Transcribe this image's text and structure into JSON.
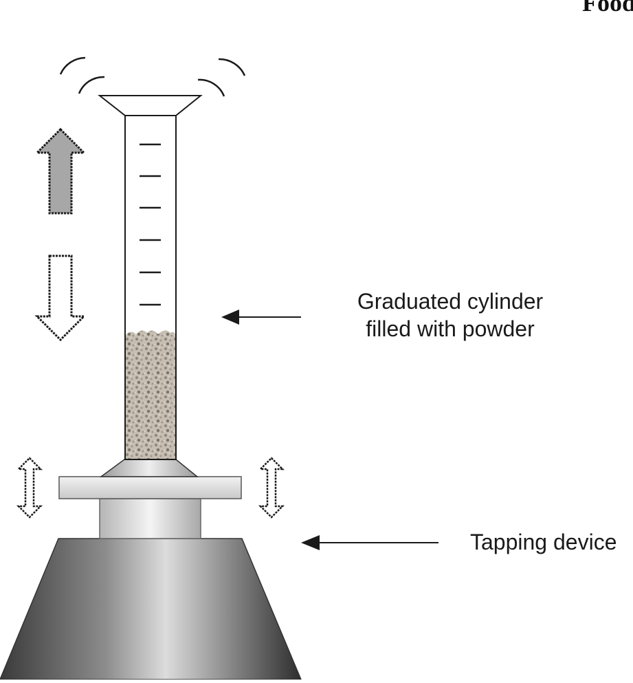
{
  "header": {
    "title_fragment": "Food"
  },
  "labels": {
    "cylinder_line1": "Graduated cylinder",
    "cylinder_line2": "filled with powder",
    "tapping": "Tapping device"
  },
  "icons": [
    "graduated-cylinder",
    "funnel",
    "powder",
    "up-arrow-icon",
    "down-arrow-icon",
    "double-arrow-icon",
    "vibration-arc-icon",
    "tapping-device",
    "pointer-arrow-icon"
  ],
  "colors": {
    "ink": "#1a1a1a",
    "arrow_fill_up": "#a7a7a7",
    "device_dark": "#4f4f4f",
    "device_light": "#e4e4e4",
    "powder": "#b9b1a6"
  }
}
